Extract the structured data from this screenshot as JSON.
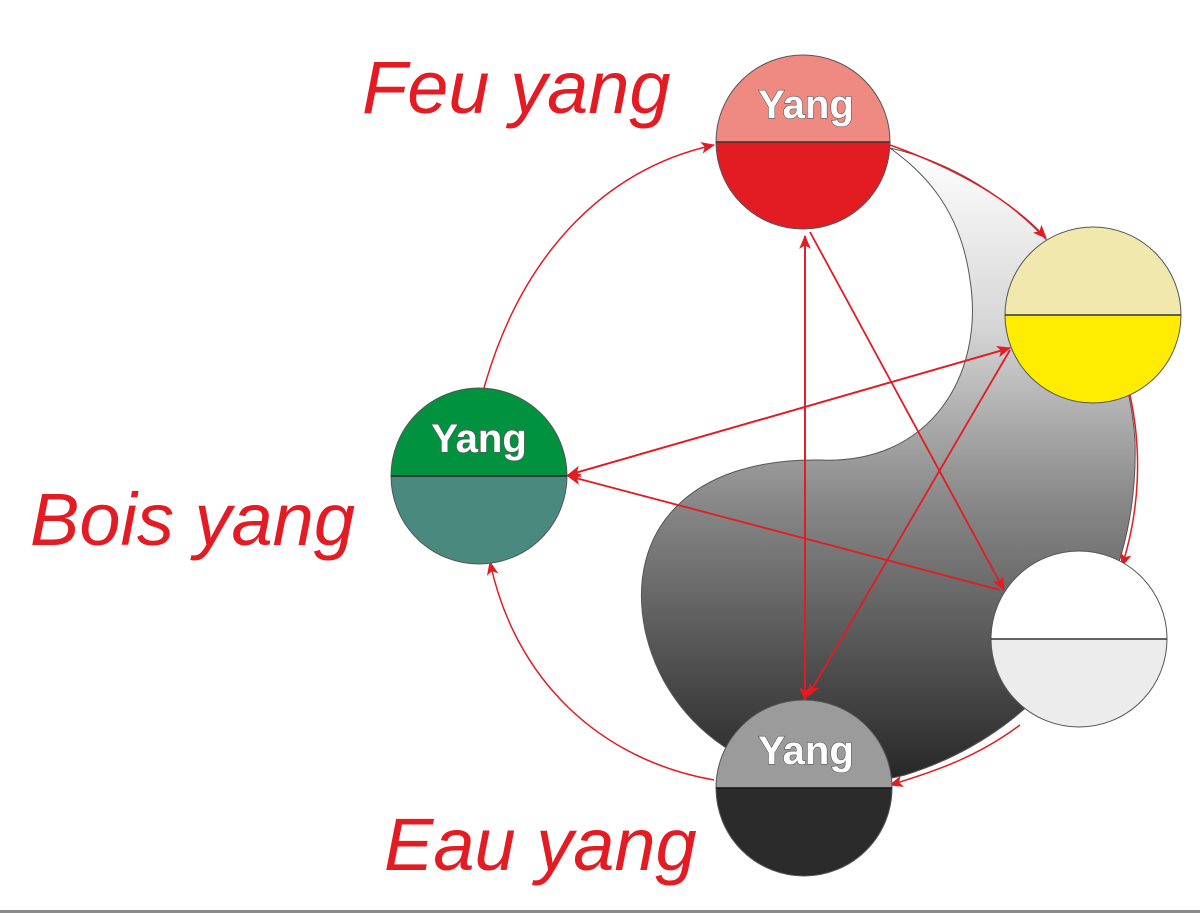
{
  "labels": {
    "fire": "Feu yang",
    "wood": "Bois yang",
    "water": "Eau yang"
  },
  "nodes": {
    "fire": {
      "top_text": "Yang",
      "top_color": "#ef8a82",
      "bottom_color": "#e31b23"
    },
    "earth": {
      "top_text": "",
      "top_color": "#f0e8ad",
      "bottom_color": "#ffec00"
    },
    "metal": {
      "top_text": "",
      "top_color": "#ffffff",
      "bottom_color": "#ececec"
    },
    "water": {
      "top_text": "Yang",
      "top_color": "#9b9b9b",
      "bottom_color": "#2b2b2b"
    },
    "wood": {
      "top_text": "Yang",
      "top_color": "#00923f",
      "bottom_color": "#4a8a7e"
    }
  },
  "colors": {
    "arrow": "#e31b23",
    "label": "#e31b23",
    "swirl_light": "#ffffff",
    "swirl_dark": "#262626"
  }
}
